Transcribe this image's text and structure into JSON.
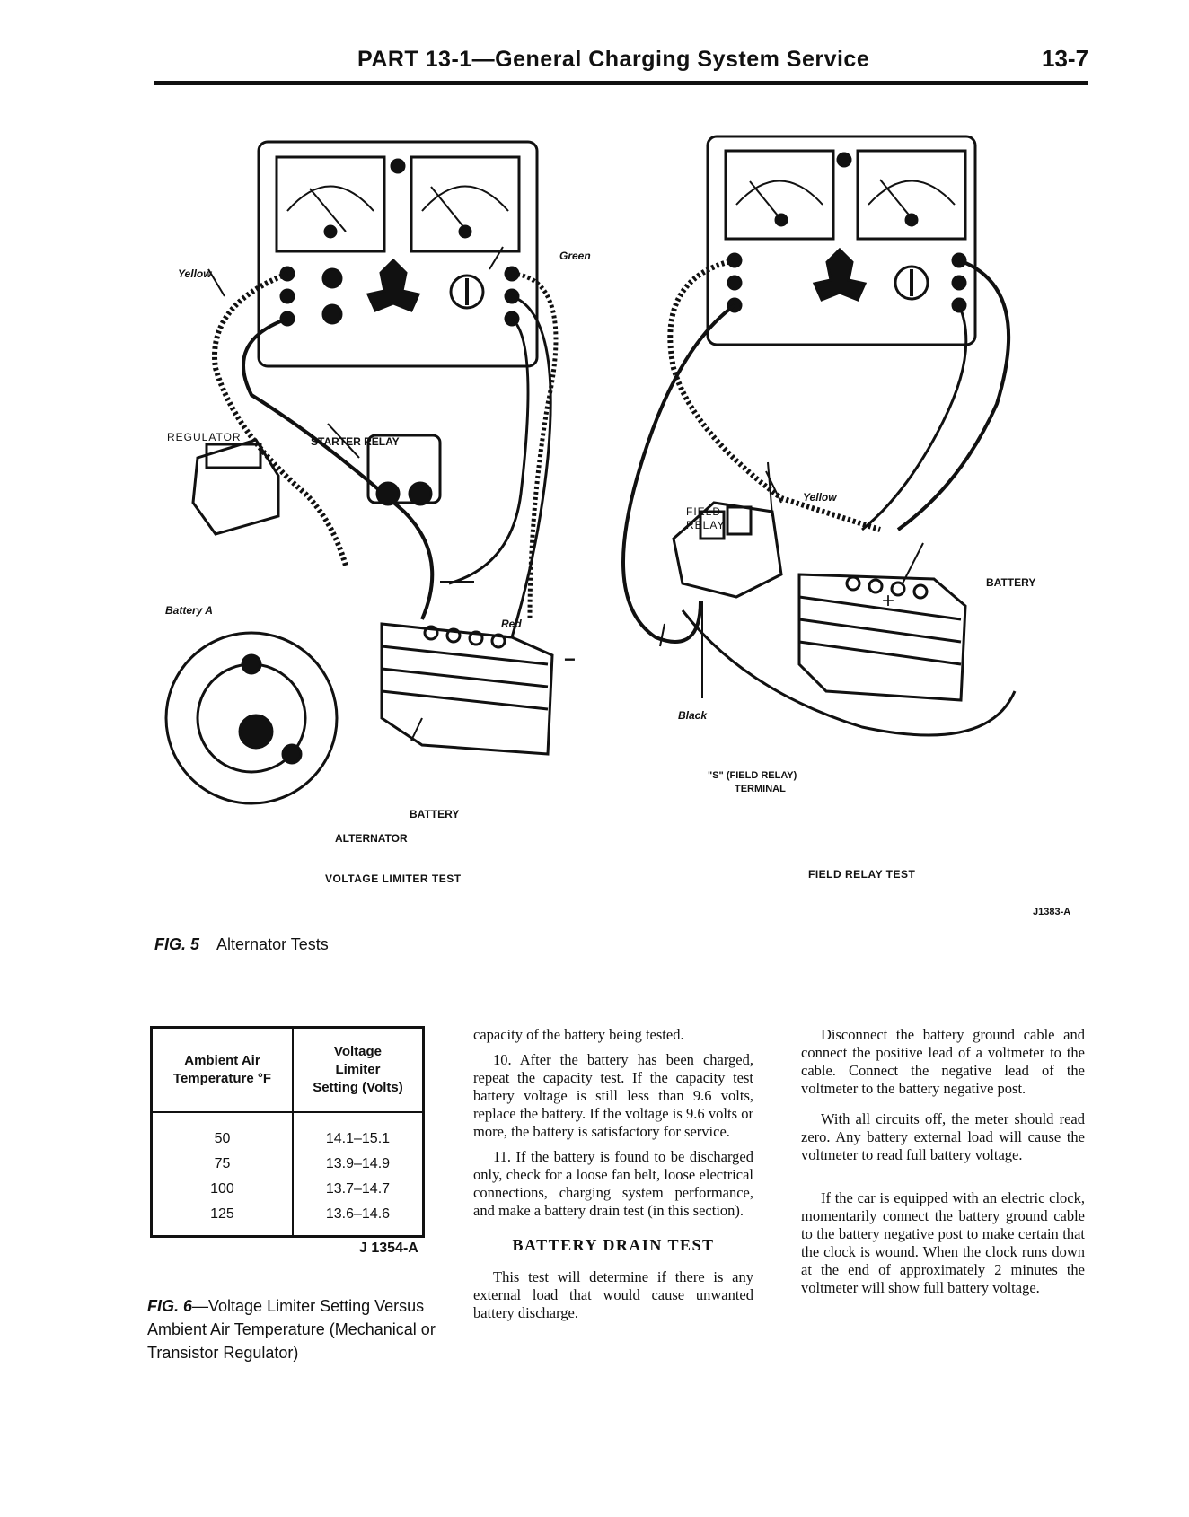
{
  "header": {
    "title": "PART 13-1—General Charging System Service",
    "page_number": "13-7"
  },
  "figure5": {
    "left_labels": {
      "yellow": "Yellow",
      "green": "Green",
      "regulator": "REGULATOR",
      "starter_relay": "STARTER RELAY",
      "battery_a": "Battery A",
      "red": "Red",
      "minus": "−",
      "battery": "BATTERY",
      "alternator": "ALTERNATOR",
      "caption": "VOLTAGE LIMITER TEST"
    },
    "right_labels": {
      "field_relay": "FIELD",
      "field_relay2": "RELAY",
      "yellow": "Yellow",
      "battery": "BATTERY",
      "plus": "+",
      "black": "Black",
      "s_terminal": "\"S\" (FIELD RELAY)",
      "s_terminal2": "TERMINAL",
      "caption": "FIELD RELAY TEST"
    },
    "code": "J1383-A",
    "caption_num": "FIG. 5",
    "caption_text": "Alternator Tests"
  },
  "table": {
    "header_col1": [
      "Ambient Air",
      "Temperature °F"
    ],
    "header_col2": [
      "Voltage",
      "Limiter",
      "Setting (Volts)"
    ],
    "rows": [
      {
        "temp": "50",
        "volts": "14.1–15.1"
      },
      {
        "temp": "75",
        "volts": "13.9–14.9"
      },
      {
        "temp": "100",
        "volts": "13.7–14.7"
      },
      {
        "temp": "125",
        "volts": "13.6–14.6"
      }
    ],
    "code": "J 1354-A"
  },
  "figure6": {
    "caption_num": "FIG. 6",
    "caption_text": "—Voltage Limiter Setting Versus Ambient Air Temperature (Mechanical or Transistor Regulator)"
  },
  "column2": {
    "p1": "capacity of the battery being tested.",
    "p2": "10. After the battery has been charged, repeat the capacity test. If the capacity test battery voltage is still less than 9.6 volts, replace the battery. If the voltage is 9.6 volts or more, the battery is satisfactory for service.",
    "p3": "11. If the battery is found to be discharged only, check for a loose fan belt, loose electrical connections, charging system performance, and make a battery drain test (in this section).",
    "heading": "BATTERY DRAIN TEST",
    "p4": "This test will determine if there is any external load that would cause unwanted battery discharge."
  },
  "column3": {
    "p1": "Disconnect the battery ground cable and connect the positive lead of a voltmeter to the cable. Connect the negative lead of the voltmeter to the battery negative post.",
    "p2": "With all circuits off, the meter should read zero. Any battery external load will cause the voltmeter to read full battery voltage.",
    "p3": "If the car is equipped with an electric clock, momentarily connect the battery ground cable to the battery negative post to make certain that the clock is wound. When the clock runs down at the end of approximately 2 minutes the voltmeter will show full battery voltage."
  }
}
